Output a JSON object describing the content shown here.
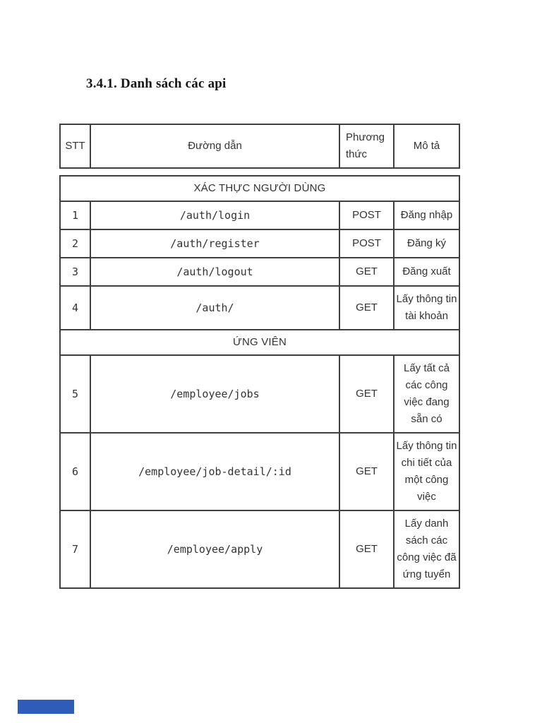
{
  "page": {
    "title": "3.4.1. Danh sách các api"
  },
  "table": {
    "columns": [
      "STT",
      "Đường dẫn",
      "Phương thức",
      "Mô tả"
    ],
    "sections": [
      {
        "header": "XÁC THỰC NGƯỜI DÙNG",
        "rows": [
          {
            "stt": "1",
            "path": "/auth/login",
            "method": "POST",
            "description": "Đăng nhập"
          },
          {
            "stt": "2",
            "path": "/auth/register",
            "method": "POST",
            "description": "Đăng ký"
          },
          {
            "stt": "3",
            "path": "/auth/logout",
            "method": "GET",
            "description": "Đăng xuất"
          },
          {
            "stt": "4",
            "path": "/auth/",
            "method": "GET",
            "description": "Lấy thông tin tài khoản"
          }
        ]
      },
      {
        "header": "ỨNG VIÊN",
        "rows": [
          {
            "stt": "5",
            "path": "/employee/jobs",
            "method": "GET",
            "description": "Lấy tất cả các công việc đang sẵn có"
          },
          {
            "stt": "6",
            "path": "/employee/job-detail/:id",
            "method": "GET",
            "description": "Lấy thông tin chi tiết của một công việc"
          },
          {
            "stt": "7",
            "path": "/employee/apply",
            "method": "GET",
            "description": "Lấy danh sách các công việc đã ứng tuyển"
          }
        ]
      }
    ]
  },
  "colors": {
    "border": "#3f3f3f",
    "text": "#333333",
    "next_page_bar": "#2e5cb8"
  }
}
